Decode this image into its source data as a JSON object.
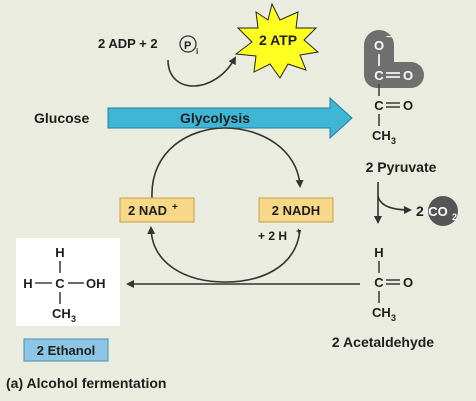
{
  "reactants": {
    "adp": "2 ADP + 2",
    "pi": "P",
    "pi_sub": "i",
    "atp": "2 ATP"
  },
  "glucose": "Glucose",
  "glycolysis": "Glycolysis",
  "nad": "2 NAD",
  "nad_sup": "+",
  "nadh": "2 NADH",
  "h_plus": "+ 2 H",
  "h_plus_sup": "+",
  "pyruvate": {
    "carboxylate_o": "O",
    "carboxylate_o_charge": "−",
    "carboxyl_c": "C",
    "carboxyl_o": "O",
    "carbonyl_c": "C",
    "carbonyl_o": "O",
    "methyl": "CH",
    "methyl_sub": "3",
    "label": "2 Pyruvate"
  },
  "co2": {
    "coef": "2",
    "label": "CO",
    "sub": "2"
  },
  "acetaldehyde": {
    "h": "H",
    "c": "C",
    "o": "O",
    "methyl": "CH",
    "methyl_sub": "3",
    "label": "2 Acetaldehyde"
  },
  "ethanol": {
    "h_top": "H",
    "h_left": "H",
    "c": "C",
    "oh": "OH",
    "methyl": "CH",
    "methyl_sub": "3",
    "label": "2 Ethanol"
  },
  "caption": "(a) Alcohol fermentation",
  "colors": {
    "background": "#e9ecdf",
    "cofactor_box": "#f7d889",
    "cofactor_border": "#c8a04a",
    "ethanol_box": "#8cc6e4",
    "atp_burst": "#ffff22",
    "glycolysis_arrow": "#3fb6d6",
    "pyruvate_highlight": "#6f6f6f",
    "co2_bubble": "#555555"
  }
}
